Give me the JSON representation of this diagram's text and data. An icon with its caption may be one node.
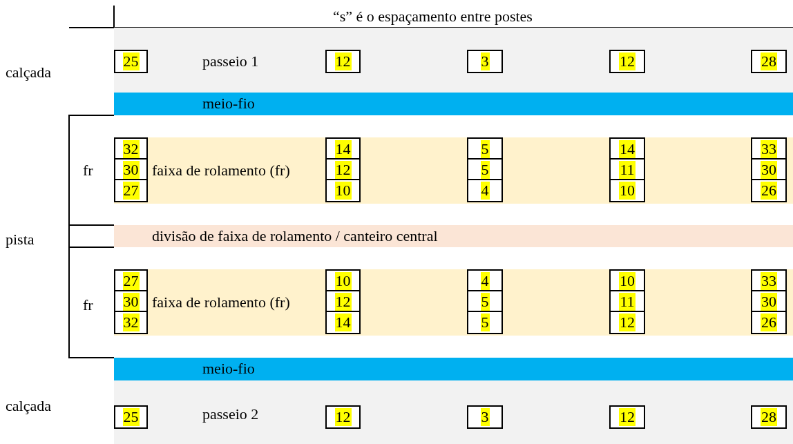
{
  "diagram": {
    "nodes": [
      {
        "text": [
          "passeio 1"
        ]
      },
      {
        "text": [
          "25"
        ],
        "in": 0
      },
      {
        "text": [
          "12"
        ],
        "in": 0
      },
      {
        "text": [
          "3"
        ],
        "in": 0
      },
      {
        "text": [
          "12"
        ],
        "in": 0
      },
      {
        "text": [
          "28"
        ],
        "in": 0
      },
      {
        "text": [
          "meio-fio"
        ]
      },
      {
        "text": [
          "faixa de rolamento (fr)"
        ]
      },
      {
        "text": [
          "32"
        ],
        "in": 7
      },
      {
        "text": [
          "14"
        ],
        "in": 7
      },
      {
        "text": [
          "5"
        ],
        "in": 7
      },
      {
        "text": [
          "14"
        ],
        "in": 7
      },
      {
        "text": [
          "33"
        ],
        "in": 7
      },
      {
        "text": [
          "30"
        ],
        "in": 7
      },
      {
        "text": [
          "12"
        ],
        "in": 7
      },
      {
        "text": [
          "5"
        ],
        "in": 7
      },
      {
        "text": [
          "11"
        ],
        "in": 7
      },
      {
        "text": [
          "30"
        ],
        "in": 7
      },
      {
        "text": [
          "27"
        ],
        "in": 7
      },
      {
        "text": [
          "10"
        ],
        "in": 7
      },
      {
        "text": [
          "4"
        ],
        "in": 7
      },
      {
        "text": [
          "10"
        ],
        "in": 7
      },
      {
        "text": [
          "26"
        ],
        "in": 7
      },
      {
        "text": [
          "divisão de faixa de rolamento / canteiro central"
        ]
      },
      {
        "text": [
          "faixa de rolamento (fr)"
        ]
      },
      {
        "text": [
          "27"
        ],
        "in": 24
      },
      {
        "text": [
          "10"
        ],
        "in": 24
      },
      {
        "text": [
          "4"
        ],
        "in": 24
      },
      {
        "text": [
          "10"
        ],
        "in": 24
      },
      {
        "text": [
          "33"
        ],
        "in": 24
      },
      {
        "text": [
          "30"
        ],
        "in": 24
      },
      {
        "text": [
          "12"
        ],
        "in": 24
      },
      {
        "text": [
          "5"
        ],
        "in": 24
      },
      {
        "text": [
          "11"
        ],
        "in": 24
      },
      {
        "text": [
          "30"
        ],
        "in": 24
      },
      {
        "text": [
          "32"
        ],
        "in": 24
      },
      {
        "text": [
          "14"
        ],
        "in": 24
      },
      {
        "text": [
          "5"
        ],
        "in": 24
      },
      {
        "text": [
          "12"
        ],
        "in": 24
      },
      {
        "text": [
          "26"
        ],
        "in": 24
      },
      {
        "text": [
          "meio-fio"
        ]
      },
      {
        "text": [
          "passeio 2"
        ]
      },
      {
        "text": [
          "25"
        ],
        "in": 41
      },
      {
        "text": [
          "12"
        ],
        "in": 41
      },
      {
        "text": [
          "3"
        ],
        "in": 41
      },
      {
        "text": [
          "12"
        ],
        "in": 41
      },
      {
        "text": [
          "28"
        ],
        "in": 41
      }
    ],
    "edges": [],
    "labels": [
      "“s” é o espaçamento entre postes",
      "calçada",
      "fr",
      "pista",
      "fr",
      "calçada"
    ]
  }
}
